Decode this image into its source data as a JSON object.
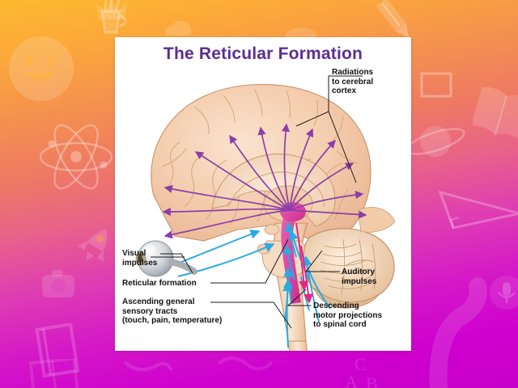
{
  "slide": {
    "background": {
      "gradient_from": "#FDB92E",
      "gradient_mid": "#E8628A",
      "gradient_to": "#C800CC",
      "doodle_icons": [
        "pencil-cup-icon",
        "pencil-icon",
        "crown-icon",
        "smiley-face-icon",
        "atom-icon",
        "rocket-icon",
        "camera-icon",
        "book-open-icon",
        "book-closed-icon",
        "saturn-planet-icon",
        "square-outline-icon",
        "triangle-outline-icon",
        "microphone-icon",
        "wave-icon",
        "compass-icon"
      ]
    }
  },
  "card": {
    "title": "The Reticular Formation",
    "title_color": "#5C2D91",
    "background": "#FFFFFF",
    "figure": {
      "name": "reticular-formation-brain-diagram",
      "structures": [
        "cerebrum",
        "corpus-callosum",
        "thalamus",
        "reticular-formation",
        "brainstem",
        "cerebellum",
        "spinal-cord",
        "eyeball"
      ],
      "arrow_colors": {
        "radiations": "#8B3FA8",
        "ascending_sensory": "#29ABE2",
        "descending_motor": "#E5257F",
        "reticular_core": "#D93F9B"
      }
    },
    "labels": [
      {
        "id": "radiations",
        "text": "Radiations\nto cerebral\ncortex"
      },
      {
        "id": "visual",
        "text": "Visual\nimpulses"
      },
      {
        "id": "reticular",
        "text": "Reticular formation"
      },
      {
        "id": "ascending",
        "text": "Ascending general\nsensory tracts\n(touch, pain, temperature)"
      },
      {
        "id": "auditory",
        "text": "Auditory\nimpulses"
      },
      {
        "id": "descending",
        "text": "Descending\nmotor projections\nto spinal cord"
      }
    ]
  }
}
